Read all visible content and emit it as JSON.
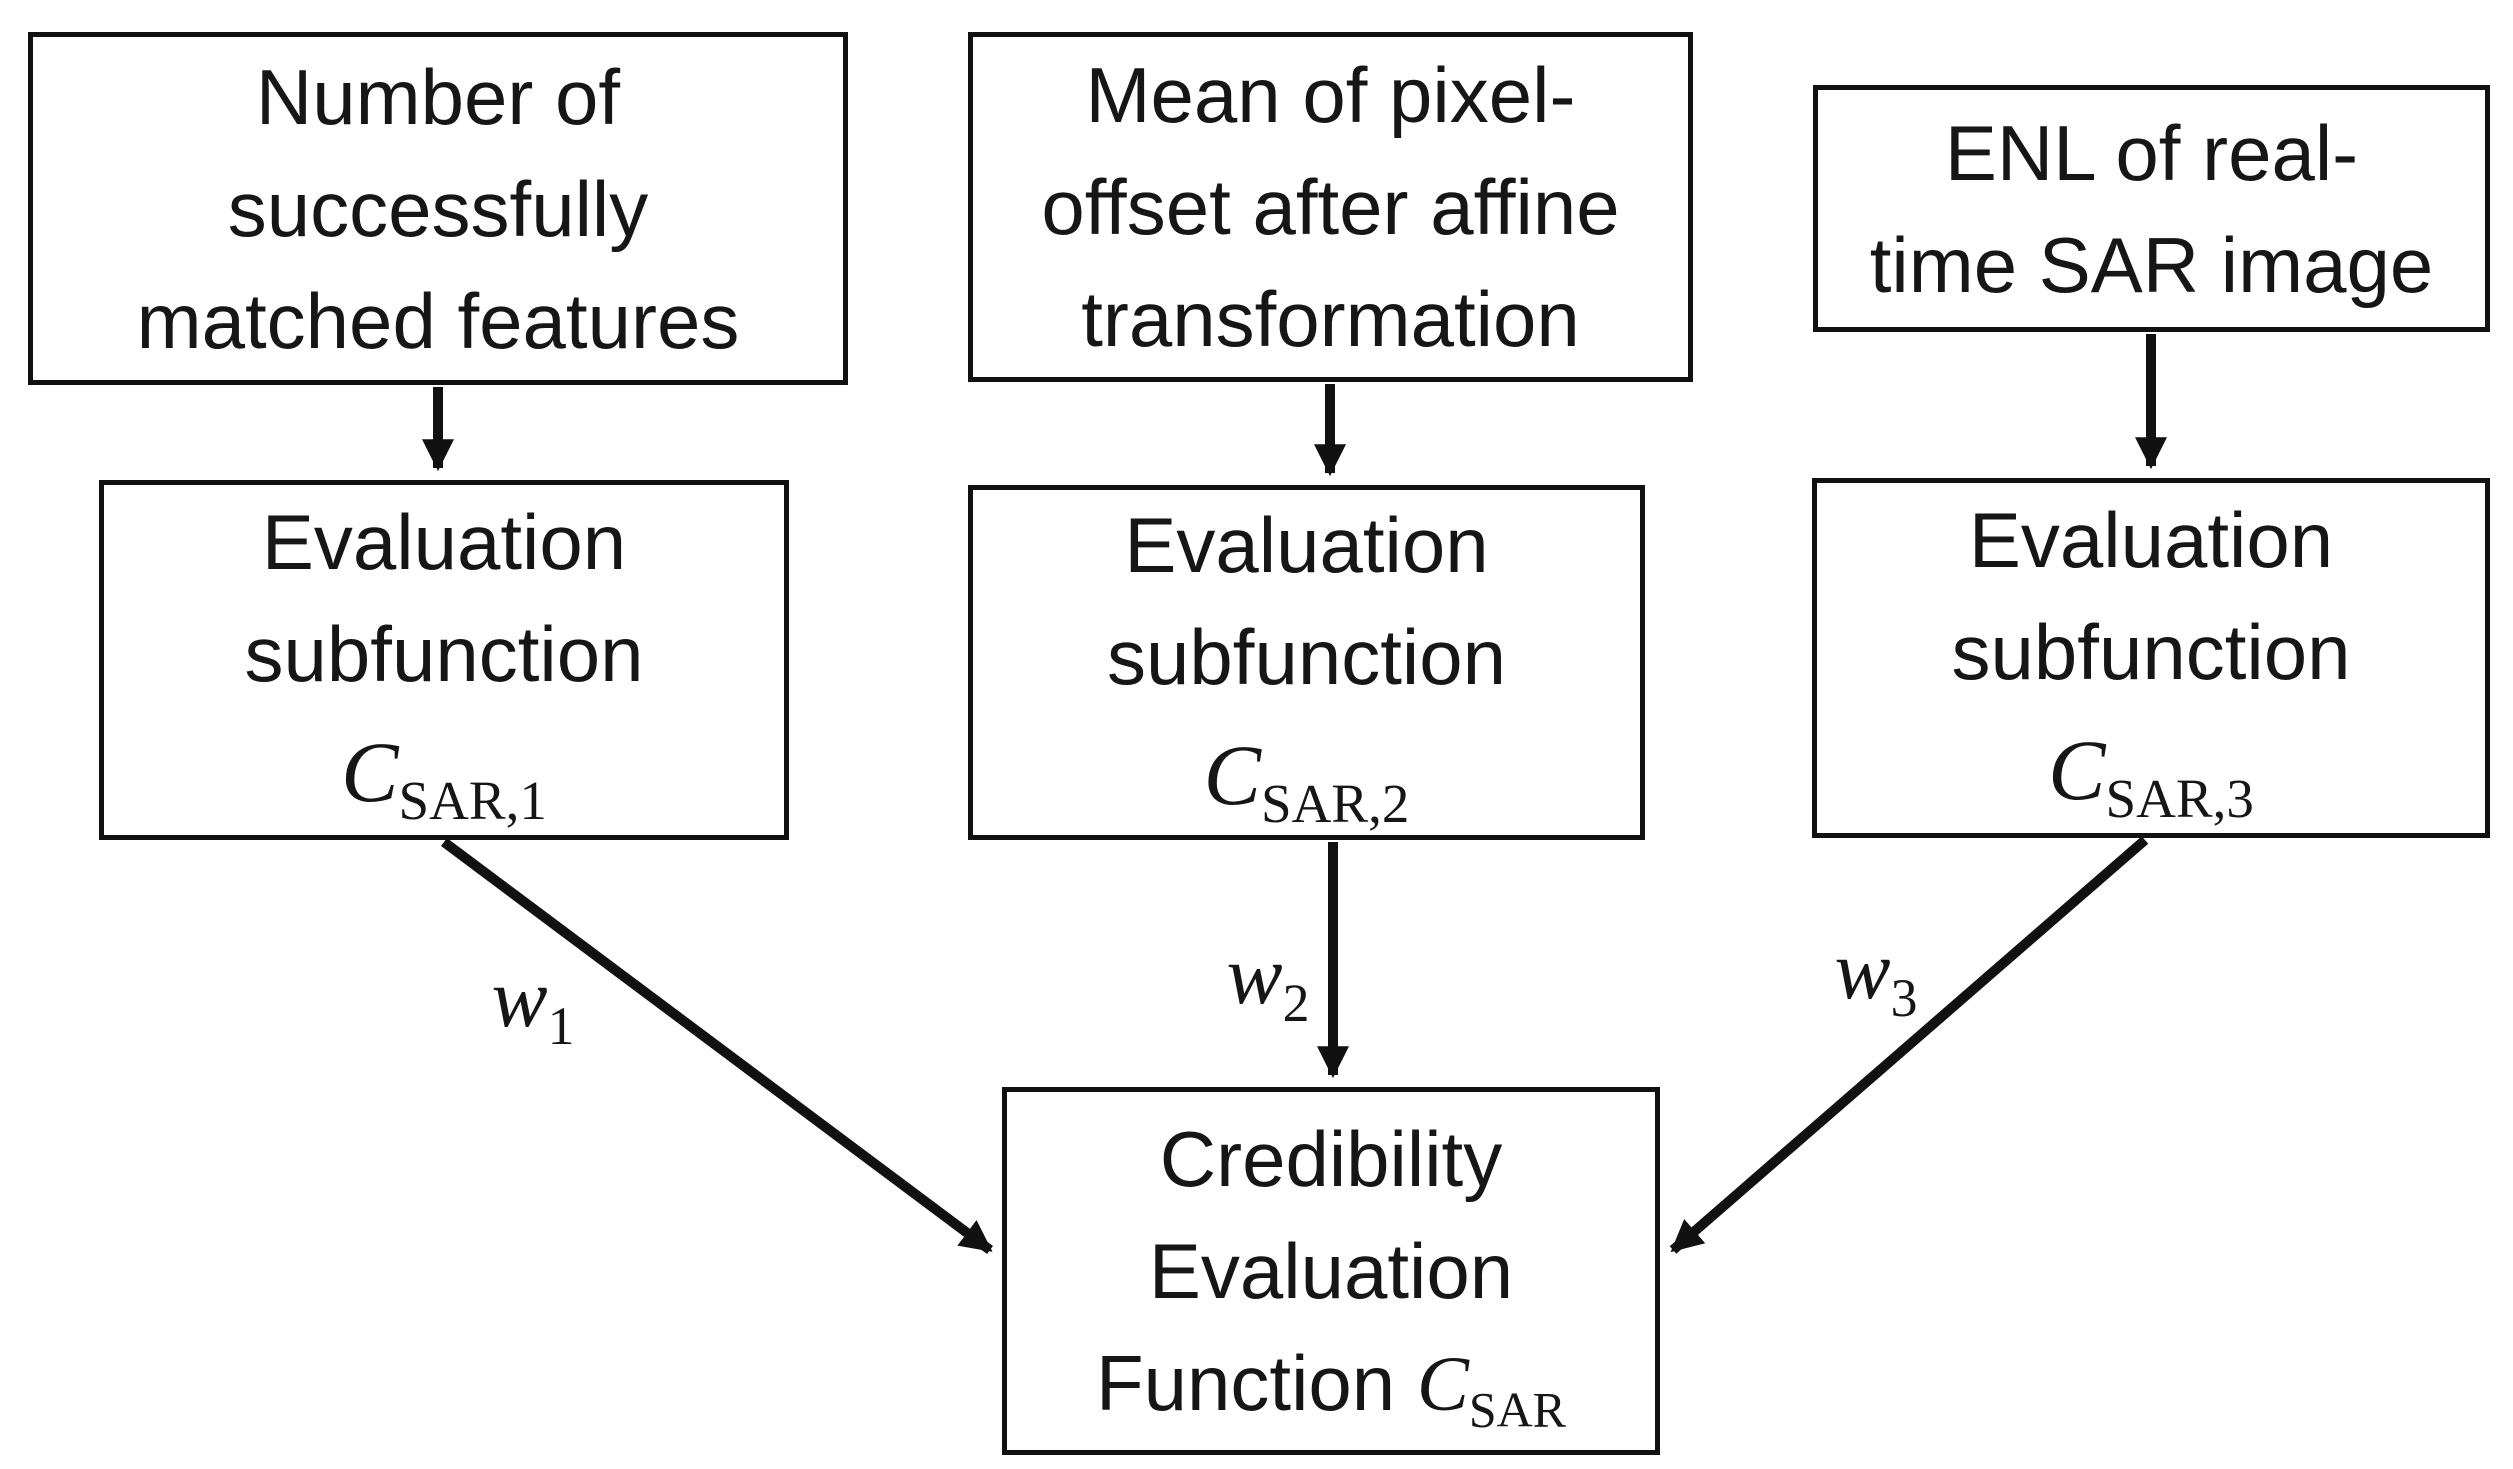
{
  "colors": {
    "background": "#ffffff",
    "line": "#111111",
    "text": "#161616"
  },
  "top_boxes": [
    {
      "lines": [
        "Number of",
        "successfully",
        "matched features"
      ]
    },
    {
      "lines": [
        "Mean of pixel-",
        "offset after affine",
        "transformation"
      ]
    },
    {
      "lines": [
        "ENL of real-",
        "time SAR image"
      ]
    }
  ],
  "subfunction_boxes": [
    {
      "lines": [
        "Evaluation",
        "subfunction"
      ],
      "symbol": "C",
      "subscript": "SAR,1"
    },
    {
      "lines": [
        "Evaluation",
        "subfunction"
      ],
      "symbol": "C",
      "subscript": "SAR,2"
    },
    {
      "lines": [
        "Evaluation",
        "subfunction"
      ],
      "symbol": "C",
      "subscript": "SAR,3"
    }
  ],
  "output_box": {
    "lines": [
      "Credibility",
      "Evaluation"
    ],
    "last_line_prefix": "Function ",
    "symbol": "C",
    "subscript": "SAR"
  },
  "weights": [
    {
      "symbol": "w",
      "subscript": "1"
    },
    {
      "symbol": "w",
      "subscript": "2"
    },
    {
      "symbol": "w",
      "subscript": "3"
    }
  ]
}
